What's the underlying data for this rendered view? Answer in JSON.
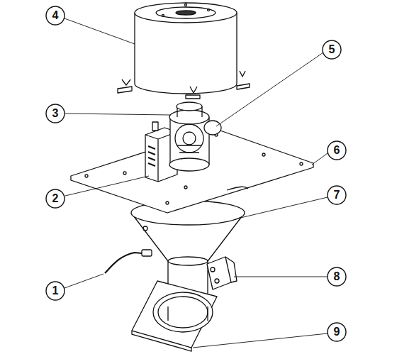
{
  "diagram": {
    "labels": [
      "4",
      "5",
      "3",
      "6",
      "2",
      "7",
      "1",
      "8",
      "9"
    ]
  }
}
